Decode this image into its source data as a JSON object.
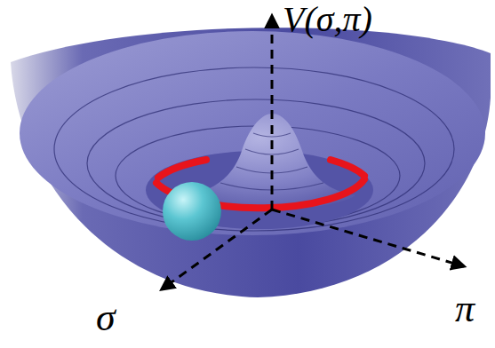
{
  "diagram": {
    "labels": [
      "V(σ,π)",
      "σ",
      "π"
    ]
  }
}
